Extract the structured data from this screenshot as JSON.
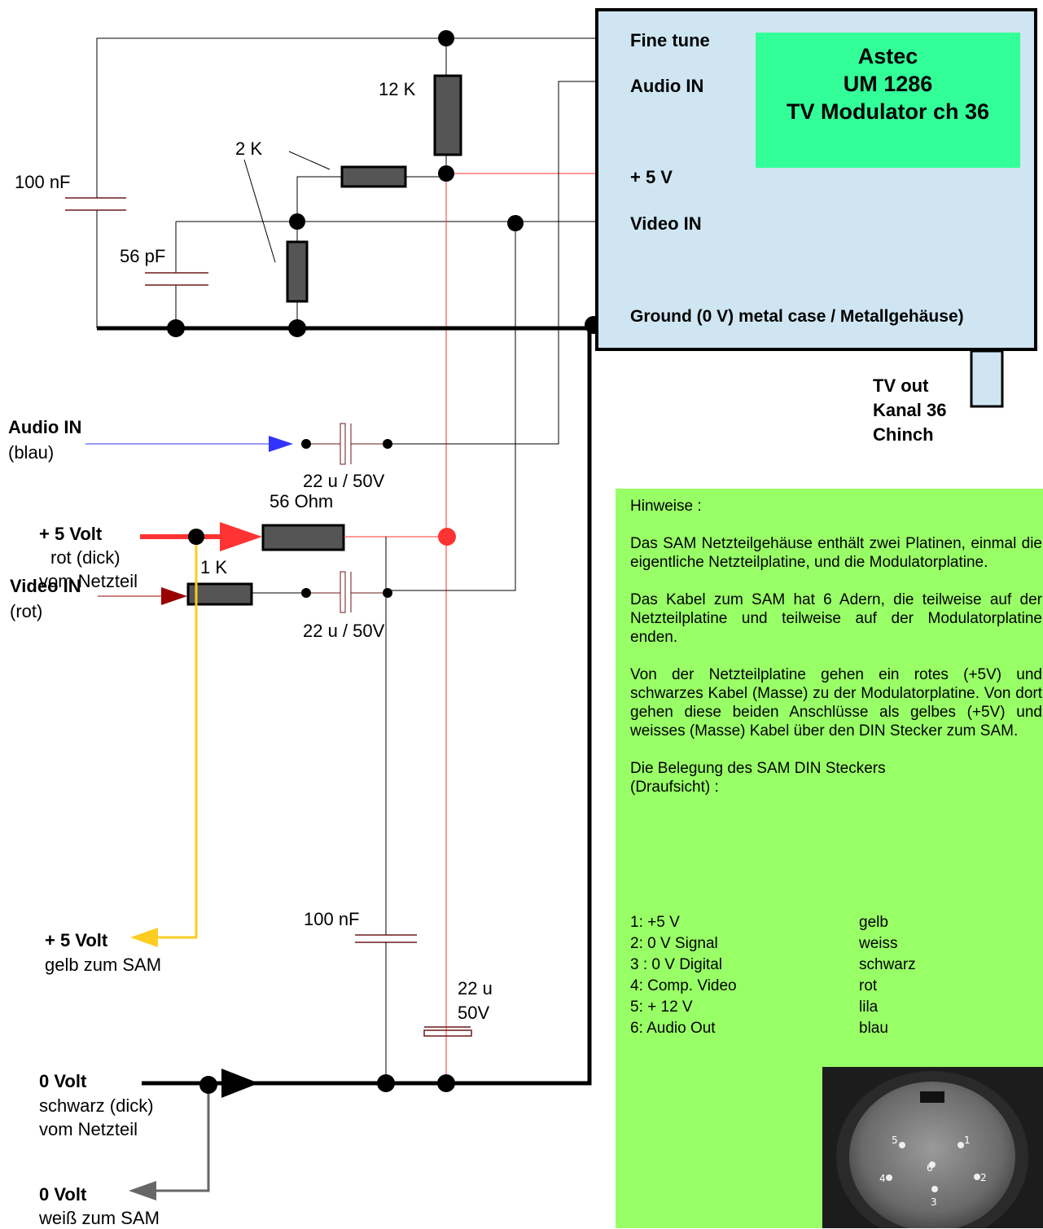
{
  "module": {
    "name_lines": [
      "Astec",
      "UM 1286",
      "TV Modulator ch 36"
    ],
    "pins": {
      "fine_tune": "Fine tune",
      "audio_in": "Audio IN",
      "plus5v": "+ 5 V",
      "video_in": "Video IN",
      "ground": "Ground (0 V)  metal case / Metallgehäuse)"
    },
    "tv_out_lines": [
      "TV out",
      "Kanal 36",
      "Chinch"
    ]
  },
  "components": {
    "r12k": "12 K",
    "r2k": "2 K",
    "c100nf_top": "100 nF",
    "c56pf": "56 pF",
    "c22u_audio": "22 u / 50V",
    "r1k": "1 K",
    "c22u_video": "22 u / 50V",
    "r56ohm": "56 Ohm",
    "c100nf_bottom": "100 nF",
    "c22u_bottom_1": "22 u",
    "c22u_bottom_2": "50V"
  },
  "inputs": {
    "audio_in_title": "Audio IN",
    "audio_in_color": "(blau)",
    "video_in_title": "Video IN",
    "video_in_color": "(rot)",
    "plus5_title": "+ 5 Volt",
    "plus5_sub1": "rot (dick)",
    "plus5_sub2": "vom Netzteil",
    "plus5_out_title": "+ 5 Volt",
    "plus5_out_sub": "gelb zum SAM",
    "zero_title": "0 Volt",
    "zero_sub1": "schwarz (dick)",
    "zero_sub2": "vom Netzteil",
    "zero_out_title": "0 Volt",
    "zero_out_sub": "weiß zum SAM"
  },
  "notes": {
    "heading": "Hinweise :",
    "p1": "Das SAM Netzteilgehäuse enthält zwei Platinen, einmal die eigentliche Netzteilplatine, und die Modulatorplatine.",
    "p2": "Das Kabel zum SAM hat 6 Adern, die teilweise auf der Netzteilplatine und teilweise auf der Modulatorplatine enden.",
    "p3": "Von der Netzteilplatine gehen ein  rotes (+5V) und  schwarzes  Kabel  (Masse)  zu  der Modulatorplatine. Von dort gehen diese beiden Anschlüsse als gelbes (+5V) und weisses (Masse)  Kabel über den DIN Stecker zum SAM.",
    "pinout_title_1": "Die Belegung des SAM DIN Steckers",
    "pinout_title_2": "(Draufsicht) :",
    "pinout": [
      {
        "pin": "1:  +5 V",
        "color": "gelb"
      },
      {
        "pin": "2:  0 V Signal",
        "color": "weiss"
      },
      {
        "pin": "3 : 0 V Digital",
        "color": "schwarz"
      },
      {
        "pin": "4:  Comp. Video",
        "color": "rot"
      },
      {
        "pin": "5:  + 12 V",
        "color": "lila"
      },
      {
        "pin": "6:  Audio Out",
        "color": "blau"
      }
    ]
  },
  "din_photo_pins": [
    "1",
    "2",
    "3",
    "4",
    "5",
    "6"
  ],
  "colors": {
    "module_box": "#cfe6f2",
    "module_label": "#33ff99",
    "notes_bg": "#99ff66",
    "wire_red": "#ff3333",
    "wire_blue": "#3333ff",
    "wire_darkred": "#990000",
    "wire_yellow": "#ffcc22",
    "wire_gray": "#666666"
  }
}
